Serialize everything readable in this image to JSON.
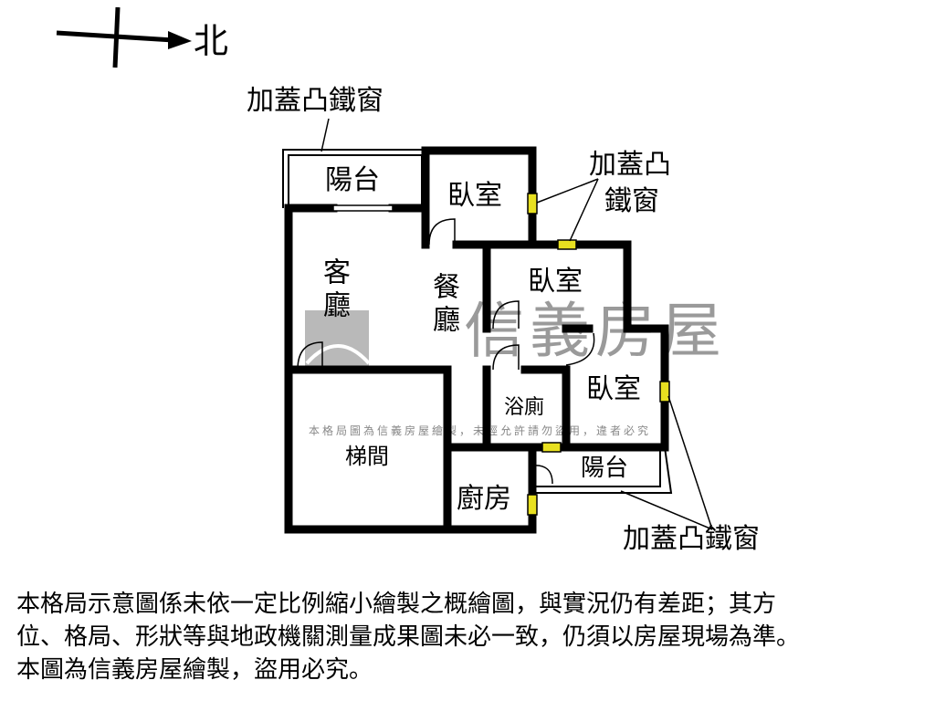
{
  "compass": {
    "north_label": "北"
  },
  "rooms": {
    "balcony_top": "陽台",
    "bedroom_1": "臥室",
    "bedroom_2": "臥室",
    "bedroom_3": "臥室",
    "living_room": "客廳",
    "dining_room": "餐廳",
    "bathroom": "浴廁",
    "stairwell": "梯間",
    "kitchen": "廚房",
    "balcony_bottom": "陽台"
  },
  "annotations": {
    "window_top": "加蓋凸鐵窗",
    "window_right_line1": "加蓋凸",
    "window_right_line2": "鐵窗",
    "window_bottom": "加蓋凸鐵窗"
  },
  "watermark": {
    "brand": "信義房屋",
    "notice": "本格局圖為信義房屋繪製，未經允許請勿盜用，違者必究"
  },
  "disclaimer": {
    "line1": "本格局示意圖係未依一定比例縮小繪製之概繪圖，與實況仍有差距；其方",
    "line2": "位、格局、形狀等與地政機關測量成果圖未必一致，仍須以房屋現場為準。",
    "line3": "本圖為信義房屋繪製，盜用必究。"
  },
  "colors": {
    "wall": "#000000",
    "window": "#e8e020",
    "watermark": "#9a9a9a"
  }
}
